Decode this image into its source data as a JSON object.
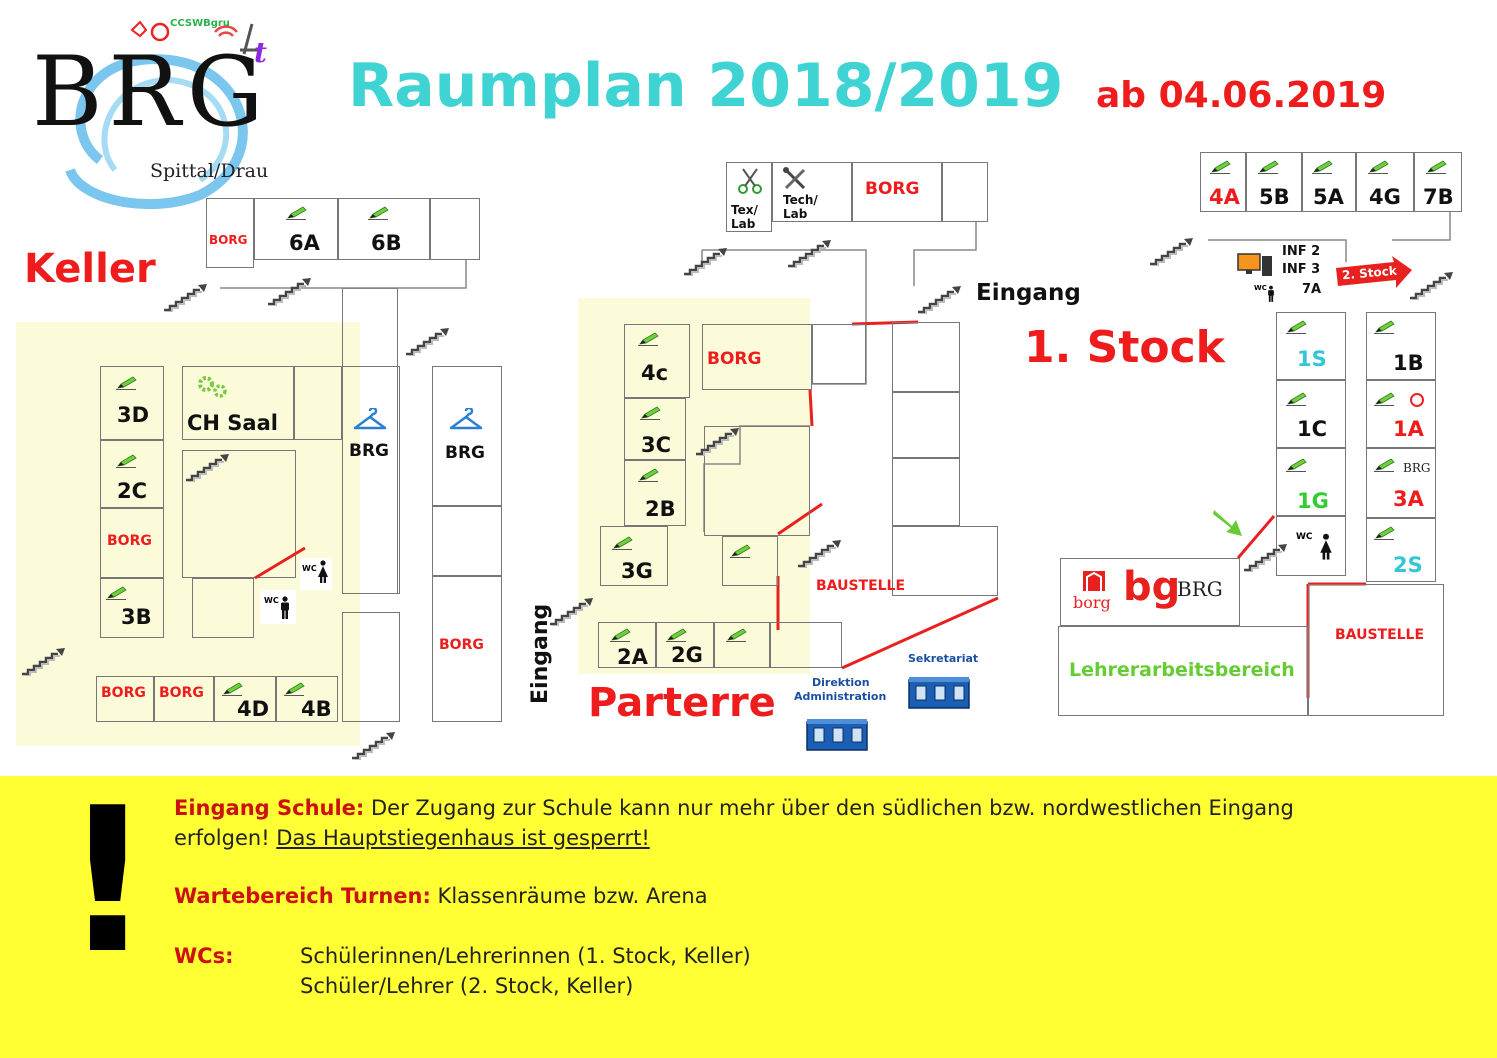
{
  "header": {
    "logo_main": "BRG",
    "logo_sub": "Spittal/Drau",
    "logo_t": "t",
    "logo_badge": "CCSWBgru",
    "title": "Raumplan 2018/2019",
    "date": "ab 04.06.2019"
  },
  "floors": {
    "keller": "Keller",
    "parterre": "Parterre",
    "stock1": "1. Stock"
  },
  "keller": {
    "borg_top": "BORG",
    "r6a": "6A",
    "r6b": "6B",
    "r3d": "3D",
    "chsaal": "CH Saal",
    "r2c": "2C",
    "borg_mid": "BORG",
    "r3b": "3B",
    "brg1": "BRG",
    "brg2": "BRG",
    "borg_right": "BORG",
    "borg_b1": "BORG",
    "borg_b2": "BORG",
    "r4d": "4D",
    "r4b": "4B",
    "wc": "WC"
  },
  "parterre": {
    "tex_a": "Tex/",
    "tex_b": "Lab",
    "tech_a": "Tech/",
    "tech_b": "Lab",
    "borg_top": "BORG",
    "eingang_top": "Eingang",
    "r4c": "4c",
    "borg_mid": "BORG",
    "r3c": "3C",
    "r2b": "2B",
    "r3g": "3G",
    "r2a": "2A",
    "r2g": "2G",
    "eingang_side": "Eingang",
    "baustelle": "BAUSTELLE",
    "direktion_a": "Direktion",
    "direktion_b": "Administration",
    "sekretariat": "Sekretariat"
  },
  "stock1": {
    "r4a": "4A",
    "r5b": "5B",
    "r5a": "5A",
    "r4g": "4G",
    "r7b": "7B",
    "inf2": "INF 2",
    "inf3": "INF 3",
    "r7a": "7A",
    "stock2": "2. Stock",
    "r1s": "1S",
    "r1b": "1B",
    "r1c": "1C",
    "r1a": "1A",
    "r1g": "1G",
    "r3a": "3A",
    "r2s": "2S",
    "wc": "WC",
    "logo_borg": "borg",
    "logo_bg": "bg",
    "logo_brg": "BRG",
    "baustelle": "BAUSTELLE",
    "lehrer": "Lehrerarbeitsbereich"
  },
  "notice": {
    "mark": "!",
    "l1_bold": "Eingang Schule:",
    "l1_text": " Der Zugang zur Schule kann nur mehr über den südlichen bzw. nordwestlichen Eingang",
    "l2_text": "erfolgen! ",
    "l2_ul": "Das Hauptstiegenhaus ist gesperrt!",
    "l3_bold": "Wartebereich Turnen:",
    "l3_text": " Klassenräume bzw. Arena",
    "l4_bold": "WCs:",
    "l4_text": "Schülerinnen/Lehrerinnen (1. Stock, Keller)",
    "l5_text": "Schüler/Lehrer (2. Stock, Keller)"
  },
  "colors": {
    "title": "#3fd3d3",
    "red": "#ee1c1c",
    "notice_bg": "#ffff33",
    "zone": "#fbfbd6"
  }
}
